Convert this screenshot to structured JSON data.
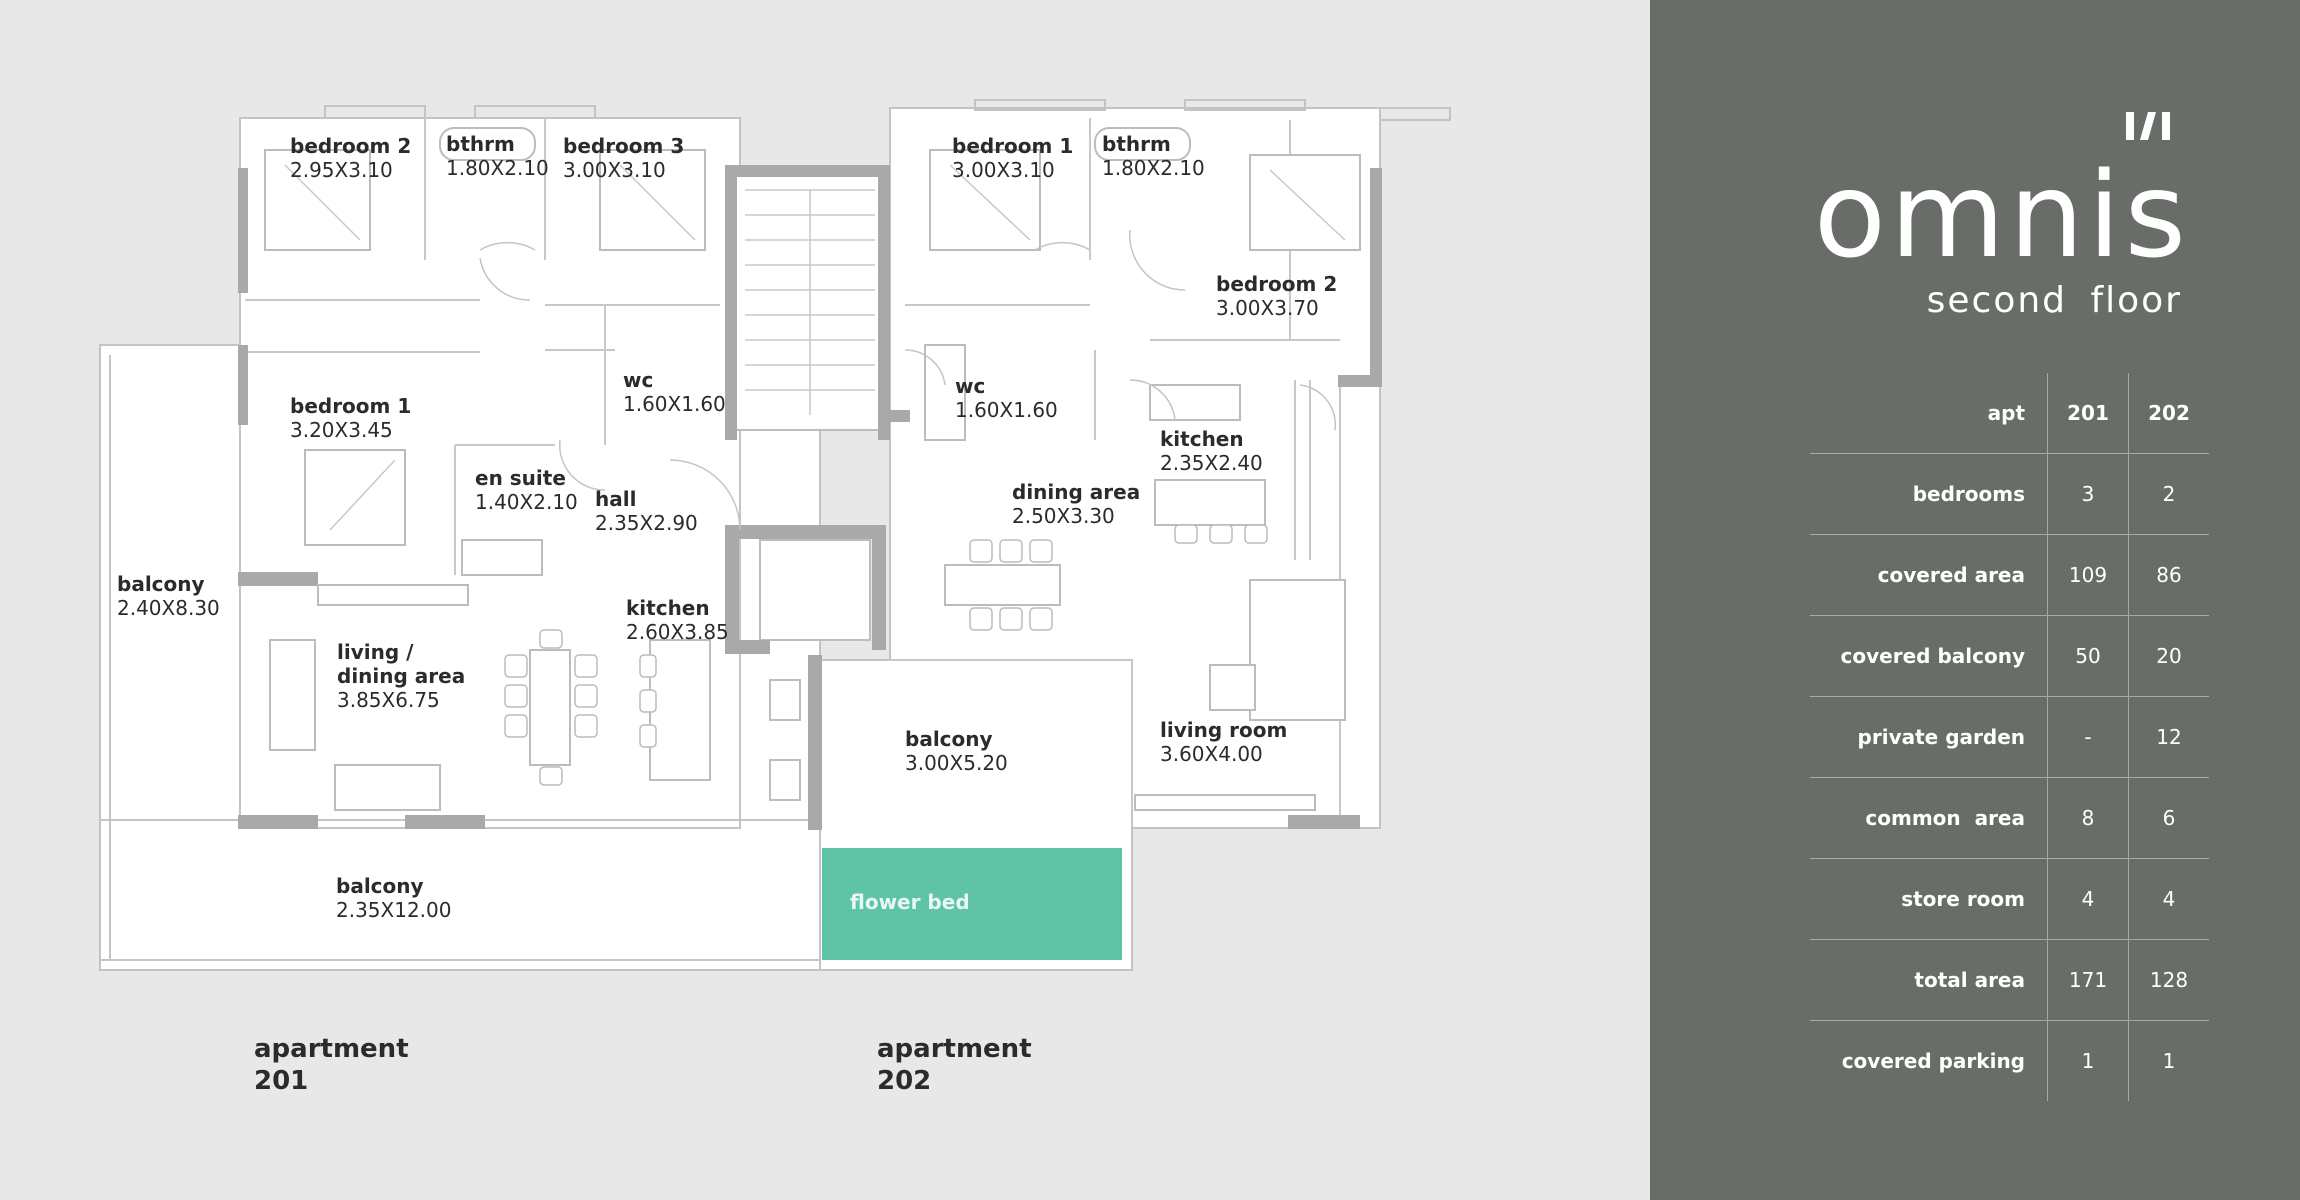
{
  "rooms": {
    "a201_bedroom2": {
      "name": "bedroom 2",
      "dims": "2.95X3.10"
    },
    "a201_bathroom": {
      "name": "bthrm",
      "dims": "1.80X2.10"
    },
    "a201_bedroom3": {
      "name": "bedroom 3",
      "dims": "3.00X3.10"
    },
    "a201_bedroom1": {
      "name": "bedroom 1",
      "dims": "3.20X3.45"
    },
    "a201_ensuite": {
      "name": "en suite",
      "dims": "1.40X2.10"
    },
    "a201_wc": {
      "name": "wc",
      "dims": "1.60X1.60"
    },
    "a201_hall": {
      "name": "hall",
      "dims": "2.35X2.90"
    },
    "a201_kitchen": {
      "name": "kitchen",
      "dims": "2.60X3.85"
    },
    "a201_living": {
      "name_line1": "living /",
      "name_line2": "dining area",
      "dims": "3.85X6.75"
    },
    "a201_balcony_side": {
      "name": "balcony",
      "dims": "2.40X8.30"
    },
    "a201_balcony_front": {
      "name": "balcony",
      "dims": "2.35X12.00"
    },
    "a202_bedroom1": {
      "name": "bedroom 1",
      "dims": "3.00X3.10"
    },
    "a202_bathroom": {
      "name": "bthrm",
      "dims": "1.80X2.10"
    },
    "a202_bedroom2": {
      "name": "bedroom 2",
      "dims": "3.00X3.70"
    },
    "a202_wc": {
      "name": "wc",
      "dims": "1.60X1.60"
    },
    "a202_kitchen": {
      "name": "kitchen",
      "dims": "2.35X2.40"
    },
    "a202_dining": {
      "name": "dining area",
      "dims": "2.50X3.30"
    },
    "a202_balcony": {
      "name": "balcony",
      "dims": "3.00X5.20"
    },
    "a202_living": {
      "name": "living room",
      "dims": "3.60X4.00"
    },
    "flower_bed": "flower bed"
  },
  "apartments": [
    {
      "label": "apartment",
      "number": "201"
    },
    {
      "label": "apartment",
      "number": "202"
    }
  ],
  "brand": {
    "name": "omnis",
    "floor": "second floor",
    "logo_icon": "h-monogram-icon"
  },
  "table": {
    "header": {
      "label": "apt",
      "col1": "201",
      "col2": "202"
    },
    "rows": [
      {
        "label": "bedrooms",
        "v201": "3",
        "v202": "2"
      },
      {
        "label": "covered area",
        "v201": "109",
        "v202": "86"
      },
      {
        "label": "covered balcony",
        "v201": "50",
        "v202": "20"
      },
      {
        "label": "private garden",
        "v201": "-",
        "v202": "12"
      },
      {
        "label": "common  area",
        "v201": "8",
        "v202": "6"
      },
      {
        "label": "store room",
        "v201": "4",
        "v202": "4"
      },
      {
        "label": "total area",
        "v201": "171",
        "v202": "128"
      },
      {
        "label": "covered parking",
        "v201": "1",
        "v202": "1"
      }
    ]
  },
  "colors": {
    "panel": "#686d68",
    "wall": "#a9a9a9",
    "line": "#bdbdbd",
    "flower_bed": "#5fc4a6",
    "background": "#e8e8e8"
  }
}
